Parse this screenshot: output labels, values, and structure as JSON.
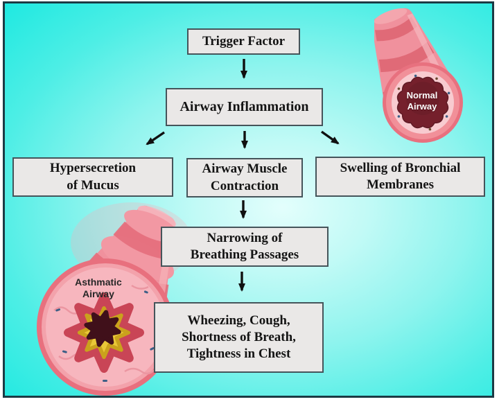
{
  "flowchart": {
    "nodes": [
      {
        "id": "trigger-factor",
        "label": "Trigger Factor"
      },
      {
        "id": "airway-inflammation",
        "label": "Airway Inflammation"
      },
      {
        "id": "hypersecretion-of-mucus",
        "label": "Hypersecretion\nof Mucus"
      },
      {
        "id": "airway-muscle-contraction",
        "label": "Airway Muscle\nContraction"
      },
      {
        "id": "swelling-of-bronchial-membranes",
        "label": "Swelling of Bronchial\nMembranes"
      },
      {
        "id": "narrowing-of-breathing-passages",
        "label": "Narrowing of\nBreathing Passages"
      },
      {
        "id": "symptoms",
        "label": "Wheezing, Cough,\nShortness of Breath,\nTightness in Chest"
      }
    ],
    "edges": [
      {
        "from": "trigger-factor",
        "to": "airway-inflammation"
      },
      {
        "from": "airway-inflammation",
        "to": "hypersecretion-of-mucus"
      },
      {
        "from": "airway-inflammation",
        "to": "airway-muscle-contraction"
      },
      {
        "from": "airway-inflammation",
        "to": "swelling-of-bronchial-membranes"
      },
      {
        "from": "airway-muscle-contraction",
        "to": "narrowing-of-breathing-passages"
      },
      {
        "from": "narrowing-of-breathing-passages",
        "to": "symptoms"
      }
    ]
  },
  "illustrations": {
    "normal_airway_label": "Normal\nAirway",
    "asthmatic_airway_label": "Asthmatic\nAirway"
  },
  "colors": {
    "background_cyan_edge": "#1fe9e1",
    "background_center": "#e3fefc",
    "frame_border": "#1c3a44",
    "node_fill": "#eae8e7",
    "node_border": "#45545a",
    "node_text": "#141414",
    "arrow": "#101010",
    "airway_pink": "#f0919d",
    "airway_dark_band": "#e06a77",
    "airway_light_ring": "#f8cbd0",
    "normal_lumen_red": "#75202c",
    "asthma_ring_red": "#c94556",
    "asthma_mucus_yellow": "#e9c838",
    "asthma_lumen_dark": "#40101a"
  }
}
